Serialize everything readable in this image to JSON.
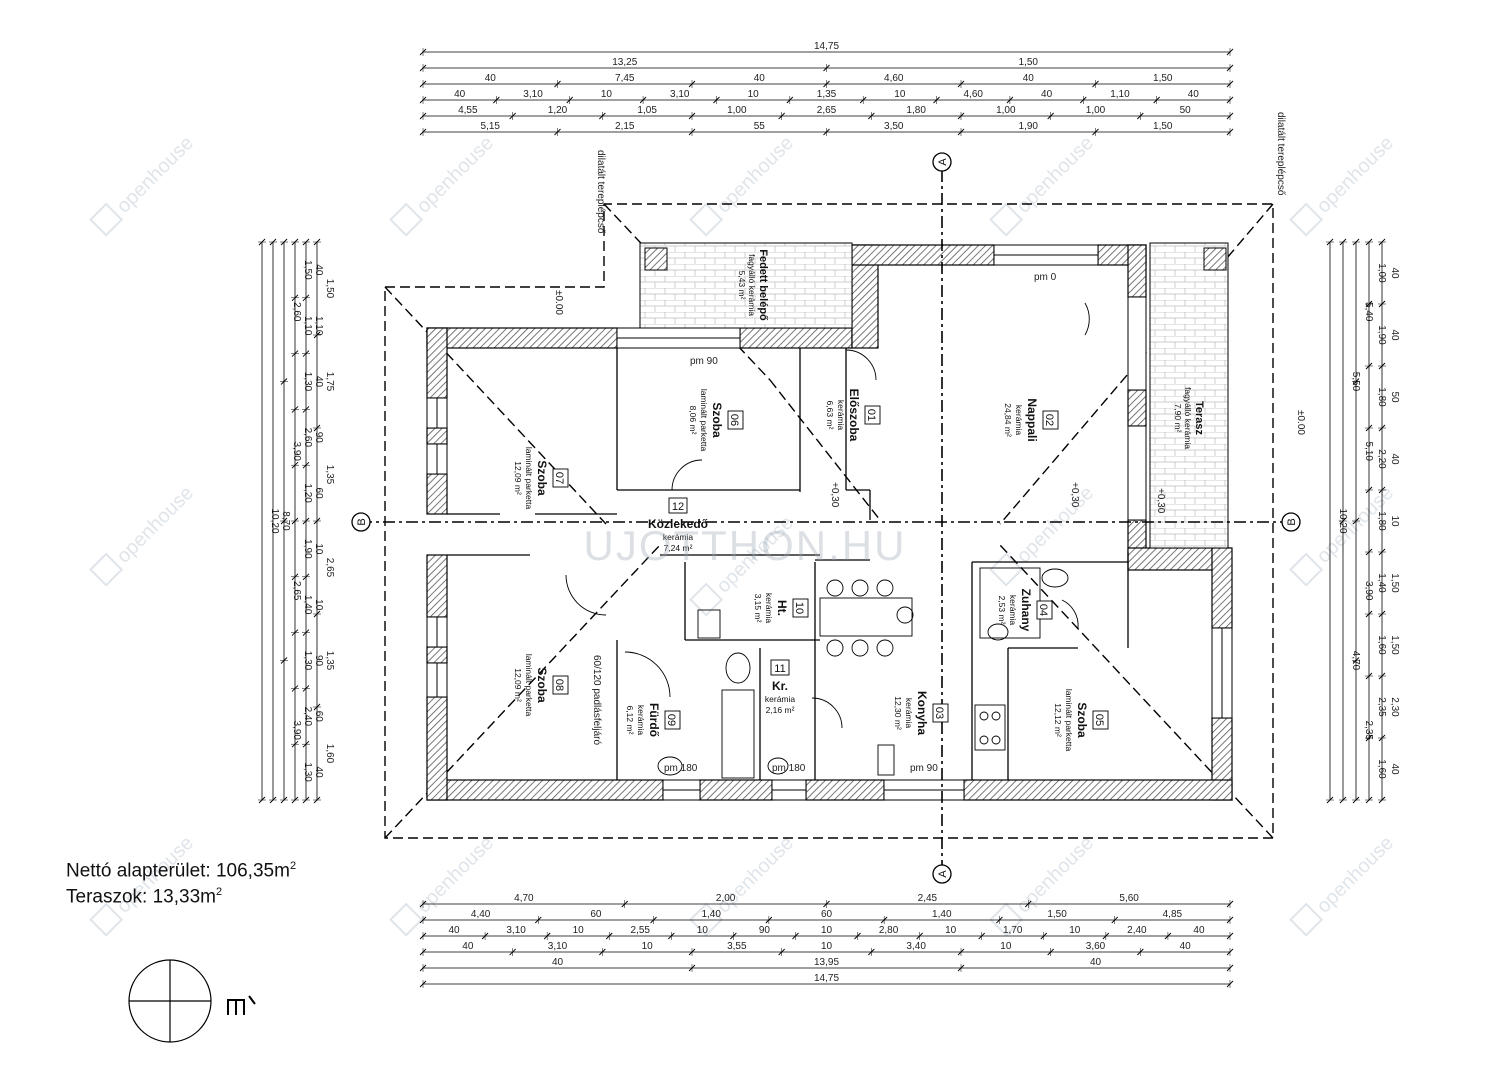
{
  "watermarks": {
    "brand": "openhouse",
    "center": "UJOTTHON.HU"
  },
  "summary": {
    "net_area_label": "Nettó alapterület:",
    "net_area_value": "106,35m",
    "terrace_label": "Teraszok:",
    "terrace_value": "13,33m",
    "sq": "2"
  },
  "axes": {
    "a": "A",
    "b": "B"
  },
  "rooms": [
    {
      "id": "07",
      "name": "Szoba",
      "floor": "laminált parketta",
      "area": "12,09 m²"
    },
    {
      "id": "06",
      "name": "Szoba",
      "floor": "laminált parketta",
      "area": "8,06 m²"
    },
    {
      "id": "01",
      "name": "Előszoba",
      "floor": "kerámia",
      "area": "6,63 m²"
    },
    {
      "id": "02",
      "name": "Nappali",
      "floor": "kerámia",
      "area": "24,84 m²"
    },
    {
      "id": "12",
      "name": "Közlekedő",
      "floor": "kerámia",
      "area": "7,24 m²"
    },
    {
      "id": "08",
      "name": "Szoba",
      "floor": "laminált parketta",
      "area": "12,09 m²"
    },
    {
      "id": "09",
      "name": "Fürdő",
      "floor": "kerámia",
      "area": "6,12 m²"
    },
    {
      "id": "10",
      "name": "Ht.",
      "floor": "kerámia",
      "area": "3,15 m²"
    },
    {
      "id": "11",
      "name": "Kr.",
      "floor": "kerámia",
      "area": "2,16 m²"
    },
    {
      "id": "03",
      "name": "Konyha",
      "floor": "kerámia",
      "area": "12,30 m²"
    },
    {
      "id": "04",
      "name": "Zuhany",
      "floor": "kerámia",
      "area": "2,53 m²"
    },
    {
      "id": "05",
      "name": "Szoba",
      "floor": "laminált parketta",
      "area": "12,12 m²"
    }
  ],
  "porch": {
    "name": "Fedett belépő",
    "floor": "fagyálló kerámia",
    "area": "5,43 m²"
  },
  "terrace": {
    "name": "Terasz",
    "floor": "fagyálló kerámia",
    "area": "7,90 m²"
  },
  "notes": {
    "stair": "dilatált tereplépcső",
    "attic": "60/120 padlásfeljáró",
    "level_0": "±0.00",
    "level_030": "+0,30",
    "pm0": "pm 0",
    "pm90": "pm 90",
    "pm180": "pm 180",
    "pm90b": "pm 90"
  },
  "dims_top": [
    [
      "14,75"
    ],
    [
      "13,25",
      "1,50"
    ],
    [
      "40",
      "7,45",
      "40",
      "4,60",
      "40",
      "1,50"
    ],
    [
      "40",
      "3,10",
      "10",
      "3,10",
      "10",
      "1,35",
      "10",
      "4,60",
      "40",
      "1,10",
      "40"
    ],
    [
      "4,55",
      "1,20",
      "1,05",
      "1,00",
      "2,65",
      "1,80",
      "1,00",
      "1,00",
      "50"
    ],
    [
      "5,15",
      "2,15",
      "55",
      "3,50",
      "1,90",
      "1,50"
    ]
  ],
  "dims_bottom": [
    [
      "4,70",
      "2,00",
      "2,45",
      "5,60"
    ],
    [
      "4,40",
      "60",
      "1,40",
      "60",
      "1,40",
      "1,50",
      "4,85"
    ],
    [
      "40",
      "3,10",
      "10",
      "2,55",
      "10",
      "90",
      "10",
      "2,80",
      "10",
      "1,70",
      "10",
      "2,40",
      "40"
    ],
    [
      "40",
      "3,10",
      "10",
      "3,55",
      "10",
      "3,40",
      "10",
      "3,60",
      "40"
    ],
    [
      "40",
      "13,95",
      "40"
    ],
    [
      "14,75"
    ]
  ],
  "dims_left": [
    [
      "10,20"
    ],
    [
      "8,70"
    ],
    [
      "2,60",
      "3,90",
      "2,65",
      "3,90"
    ],
    [
      "1,50",
      "1,10",
      "1,30",
      "2,60",
      "1,20",
      "1,90",
      "1,40",
      "1,30",
      "2,40",
      "1,30"
    ],
    [
      "40",
      "1,10",
      "40",
      "90",
      "60",
      "10",
      "10",
      "90",
      "60",
      "40"
    ],
    [
      "1,50",
      "1,75",
      "1,35",
      "2,65",
      "1,35",
      "1,60"
    ]
  ],
  "dims_right": [
    [
      "10,20"
    ],
    [
      "5,50",
      "4,70"
    ],
    [
      "5,40",
      "5,10",
      "3,90",
      "2,35"
    ],
    [
      "1,00",
      "1,90",
      "1,80",
      "2,20",
      "1,80",
      "1,40",
      "1,60",
      "2,35",
      "1,60"
    ],
    [
      "40",
      "40",
      "50",
      "40",
      "10",
      "1,50",
      "1,50",
      "2,30",
      "40"
    ]
  ]
}
